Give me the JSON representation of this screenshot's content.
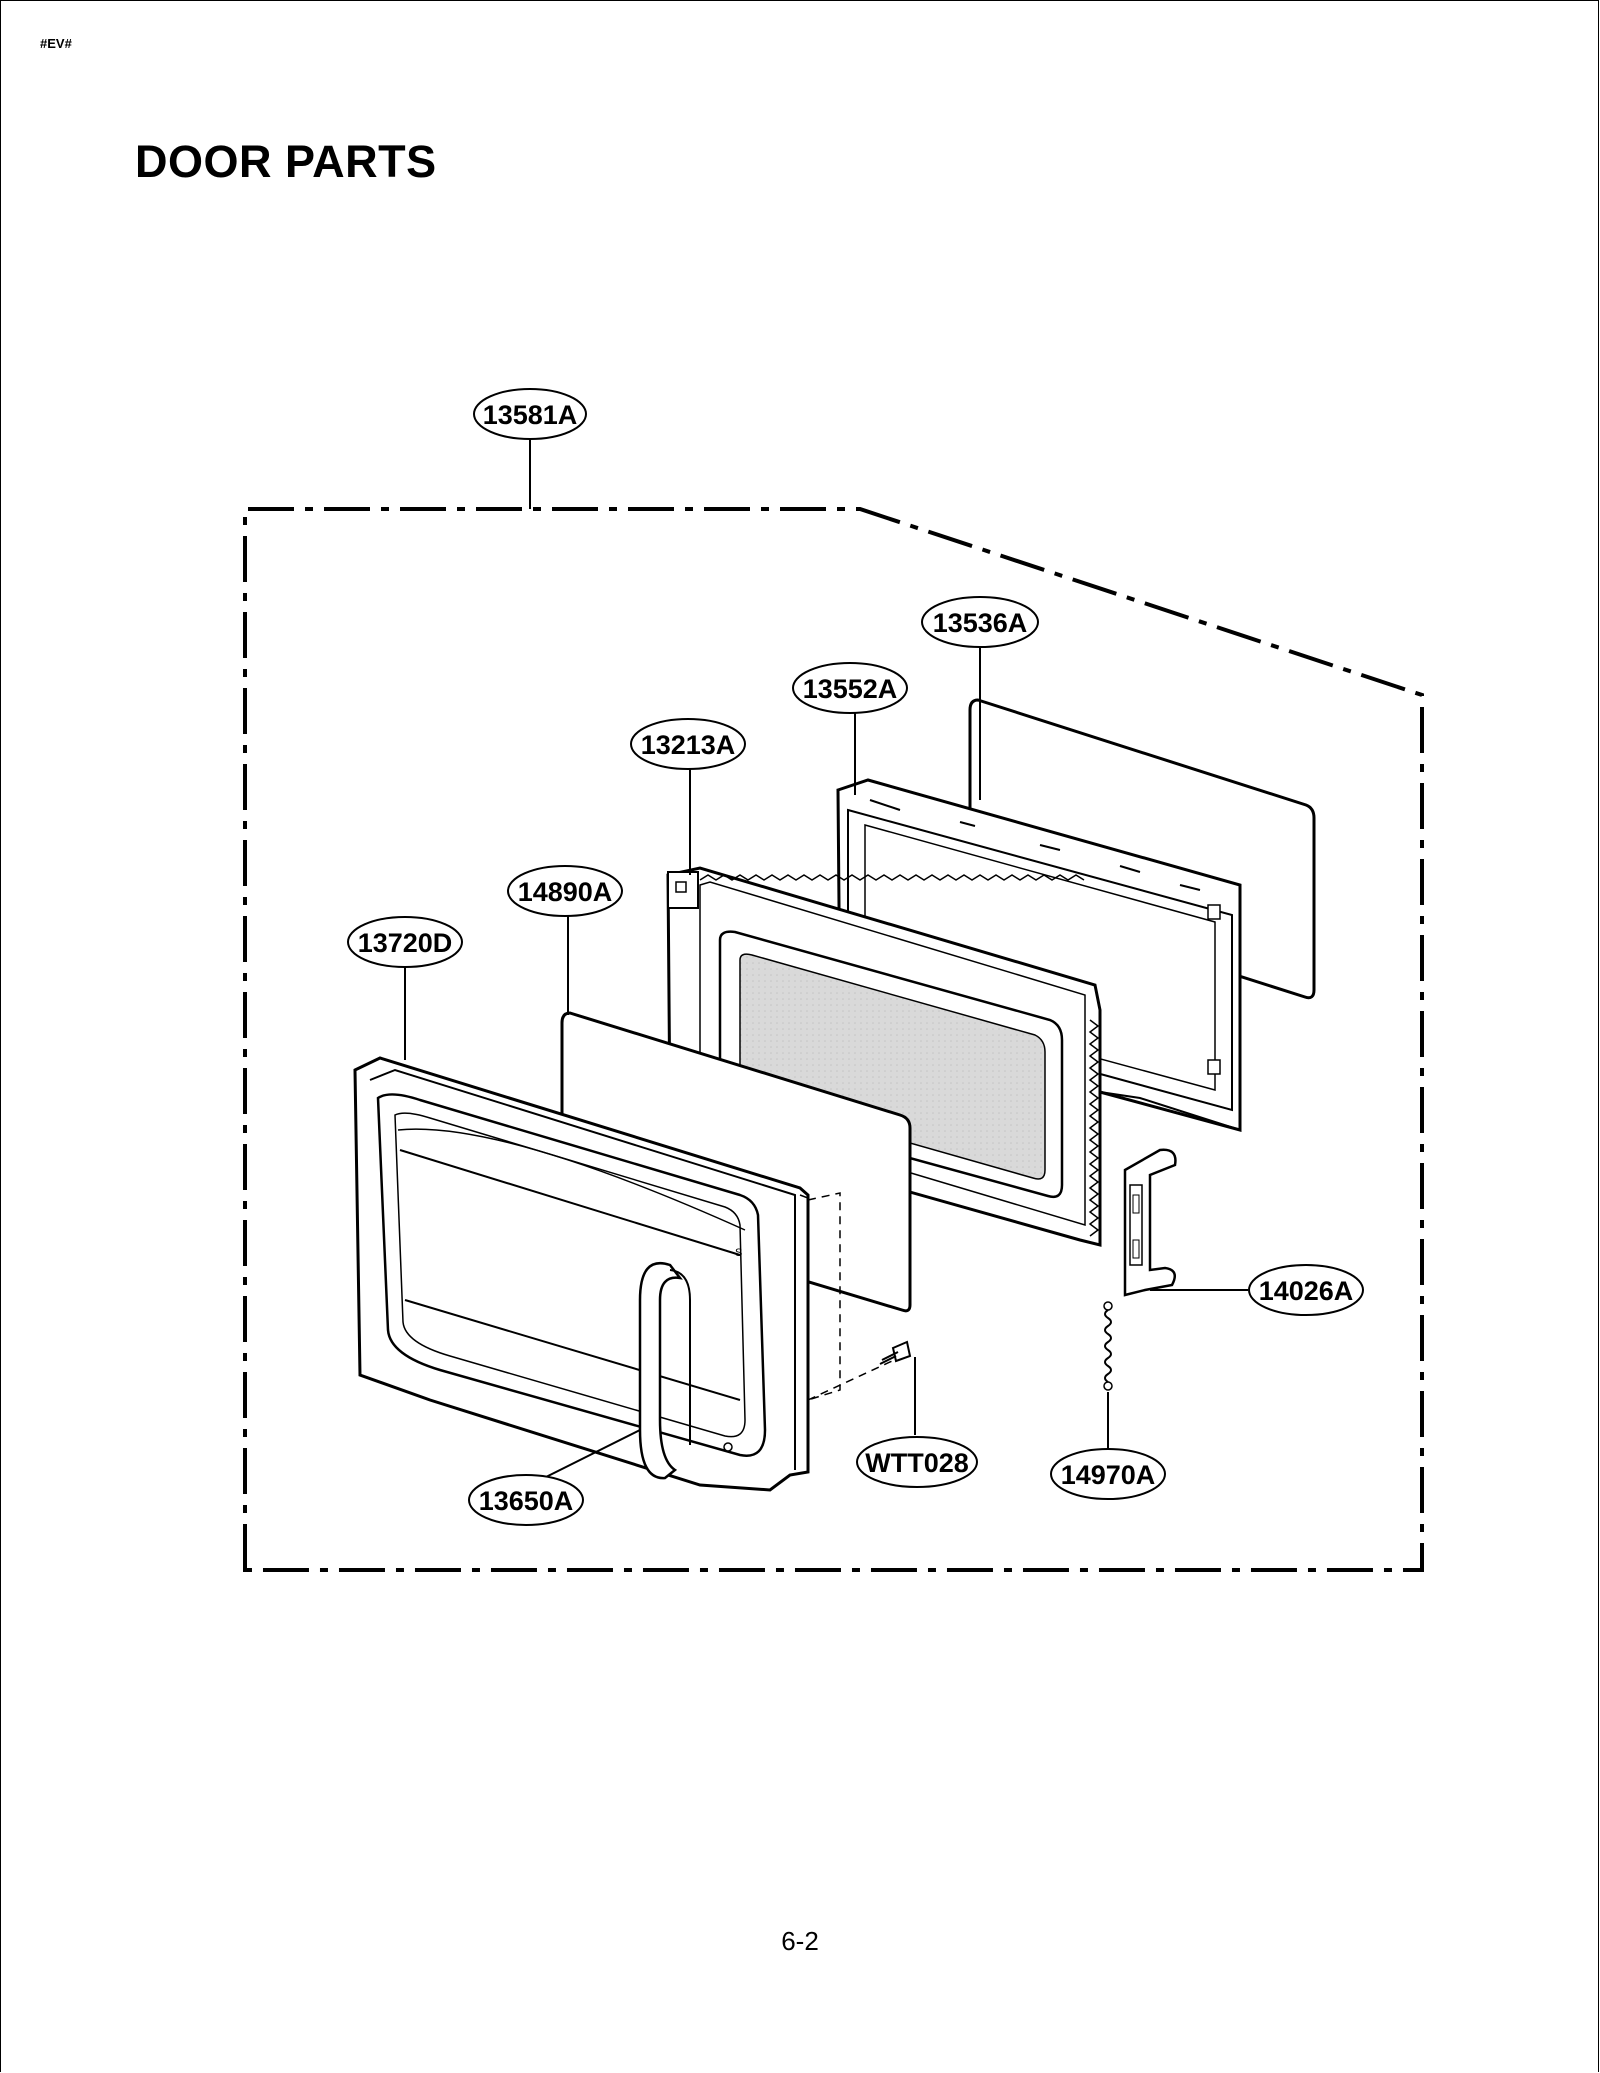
{
  "page": {
    "tag": "#EV#",
    "title": "DOOR PARTS",
    "page_number": "6-2"
  },
  "callouts": [
    {
      "id": "c-13581A",
      "label": "13581A"
    },
    {
      "id": "c-13536A",
      "label": "13536A"
    },
    {
      "id": "c-13552A",
      "label": "13552A"
    },
    {
      "id": "c-13213A",
      "label": "13213A"
    },
    {
      "id": "c-14890A",
      "label": "14890A"
    },
    {
      "id": "c-13720D",
      "label": "13720D"
    },
    {
      "id": "c-14026A",
      "label": "14026A"
    },
    {
      "id": "c-WTT028",
      "label": "WTT028"
    },
    {
      "id": "c-14970A",
      "label": "14970A"
    },
    {
      "id": "c-13650A",
      "label": "13650A"
    }
  ]
}
